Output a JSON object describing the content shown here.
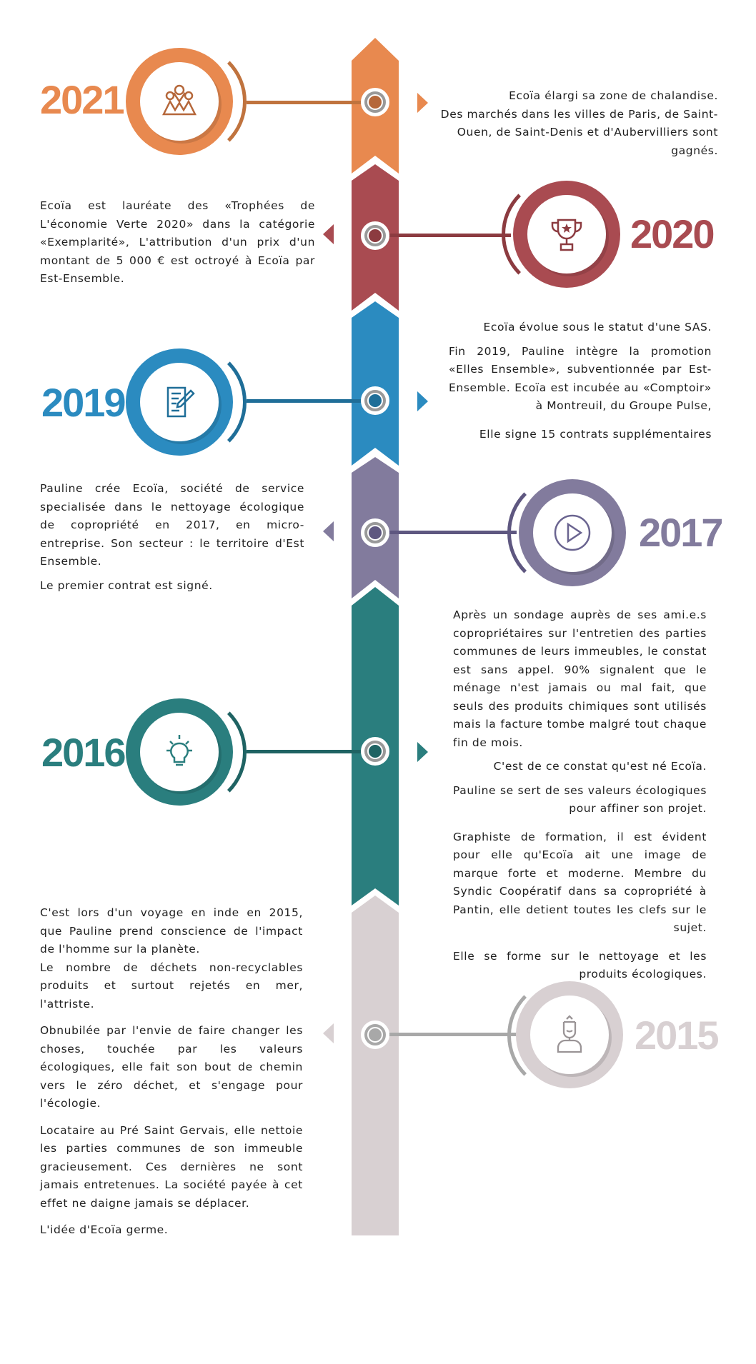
{
  "colors": {
    "y2021": "#E8894F",
    "y2020": "#A94B51",
    "y2019": "#2B8BC0",
    "y2017": "#827B9D",
    "y2016": "#2A7E7E",
    "y2015": "#D8D0D2"
  },
  "milestones": [
    {
      "year": "2021",
      "icon": "map-pins-icon",
      "paragraphs": [
        "Ecoïa élargi sa zone de chalandise.",
        "Des marchés dans les villes de Paris, de Saint-Ouen, de Saint-Denis et d'Aubervilliers sont gagnés."
      ]
    },
    {
      "year": "2020",
      "icon": "trophy-icon",
      "paragraphs": [
        "Ecoïa est lauréate des «Trophées de L'économie Verte 2020» dans la catégorie «Exemplarité», L'attribution d'un prix d'un montant de 5 000 € est octroyé à Ecoïa par Est-Ensemble."
      ]
    },
    {
      "year": "2019",
      "icon": "document-pen-icon",
      "paragraphs": [
        "Ecoïa évolue sous le statut d'une SAS.",
        "Fin 2019, Pauline intègre la promotion «Elles Ensemble», subventionnée par Est-Ensemble. Ecoïa est incubée au «Comptoir» à Montreuil, du Groupe Pulse,",
        "Elle signe 15 contrats supplémentaires"
      ]
    },
    {
      "year": "2017",
      "icon": "play-icon",
      "paragraphs": [
        "Pauline crée Ecoïa, société de service specialisée dans le nettoyage écologique de copropriété en 2017, en micro-entreprise. Son secteur : le territoire d'Est Ensemble.",
        "Le premier contrat est signé."
      ]
    },
    {
      "year": "2016",
      "icon": "lightbulb-icon",
      "paragraphs": [
        "Après un sondage auprès de ses ami.e.s copropriétaires sur l'entretien des parties communes de leurs immeubles, le constat est sans appel. 90% signalent que le ménage n'est jamais ou mal fait, que seuls des produits chimiques sont utilisés mais la facture tombe malgré tout chaque fin de mois.",
        "C'est de ce constat qu'est né Ecoïa.",
        "Pauline se sert de ses valeurs écologiques pour affiner son projet.",
        "Graphiste de formation, il est évident pour elle qu'Ecoïa ait une image de marque forte et moderne. Membre du Syndic Coopératif dans sa copropriété à Pantin, elle detient toutes les clefs sur le sujet.",
        "Elle se forme sur le nettoyage et les produits écologiques."
      ]
    },
    {
      "year": "2015",
      "icon": "person-icon",
      "paragraphs": [
        "C'est lors d'un voyage en inde en 2015, que Pauline prend conscience de l'impact de l'homme sur la planète.",
        "Le nombre de déchets non-recyclables produits et surtout rejetés en mer, l'attriste.",
        "Obnubilée par l'envie de faire changer les choses, touchée par les valeurs écologiques, elle fait son bout de chemin vers le zéro déchet, et s'engage pour l'écologie.",
        "Locataire au Pré Saint Gervais, elle nettoie les parties communes de son immeuble gracieusement. Ces dernières ne sont jamais entretenues. La société payée à cet effet ne daigne jamais se déplacer.",
        "L'idée d'Ecoïa germe."
      ]
    }
  ]
}
